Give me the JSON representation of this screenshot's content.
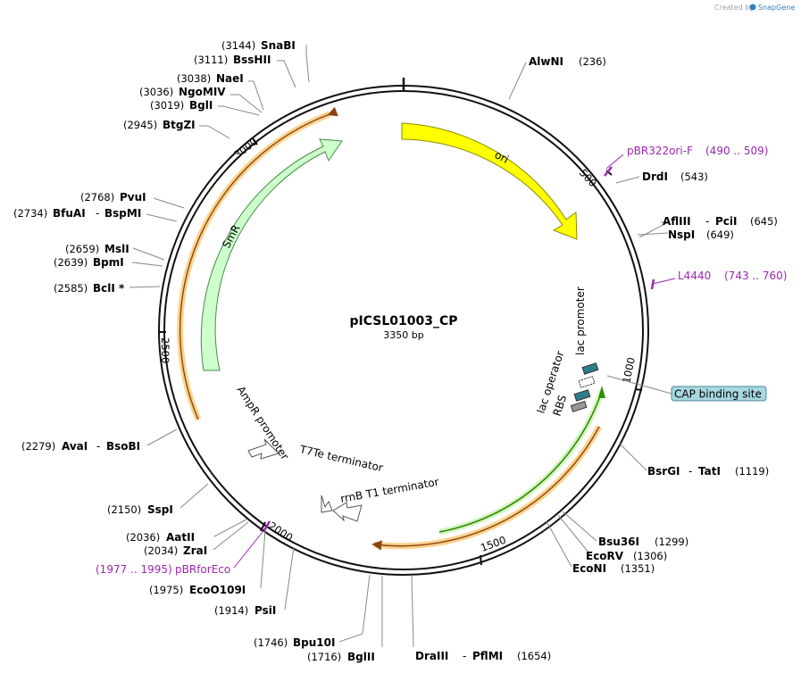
{
  "plasmid": {
    "name": "pICSL01003_CP",
    "length": "3350 bp"
  },
  "credit": {
    "text": "Created by",
    "brand": "SnapGene"
  },
  "enzymes": {
    "snabi": {
      "name": "SnaBI",
      "pos": "(3144)"
    },
    "bsshii": {
      "name": "BssHII",
      "pos": "(3111)"
    },
    "naei": {
      "name": "NaeI",
      "pos": "(3038)"
    },
    "ngomiv": {
      "name": "NgoMIV",
      "pos": "(3036)"
    },
    "bgli": {
      "name": "BglI",
      "pos": "(3019)"
    },
    "btgzi": {
      "name": "BtgZI",
      "pos": "(2945)"
    },
    "pvui": {
      "name": "PvuI",
      "pos": "(2768)"
    },
    "bfuai": {
      "name": "BfuAI",
      "sep": "-",
      "name2": "BspMI",
      "pos": "(2734)"
    },
    "msli": {
      "name": "MslI",
      "pos": "(2659)"
    },
    "bpmi": {
      "name": "BpmI",
      "pos": "(2639)"
    },
    "bcli": {
      "name": "BclI *",
      "pos": "(2585)"
    },
    "avai": {
      "name": "AvaI",
      "sep": "-",
      "name2": "BsoBI",
      "pos": "(2279)"
    },
    "sspi": {
      "name": "SspI",
      "pos": "(2150)"
    },
    "aatii": {
      "name": "AatII",
      "pos": "(2036)"
    },
    "zrai": {
      "name": "ZraI",
      "pos": "(2034)"
    },
    "ecoo109i": {
      "name": "EcoO109I",
      "pos": "(1975)"
    },
    "psii": {
      "name": "PsiI",
      "pos": "(1914)"
    },
    "bpu10i": {
      "name": "Bpu10I",
      "pos": "(1746)"
    },
    "bglii": {
      "name": "BglII",
      "pos": "(1716)"
    },
    "draiii": {
      "name": "DraIII",
      "sep": "-",
      "name2": "PflMI",
      "pos": "(1654)"
    },
    "econi": {
      "name": "EcoNI",
      "pos": "(1351)"
    },
    "ecorv": {
      "name": "EcoRV",
      "pos": "(1306)"
    },
    "bsu36i": {
      "name": "Bsu36I",
      "pos": "(1299)"
    },
    "bsrgi": {
      "name": "BsrGI",
      "sep": "-",
      "name2": "TatI",
      "pos": "(1119)"
    },
    "nspi": {
      "name": "NspI",
      "pos": "(649)"
    },
    "afliii": {
      "name": "AflIII",
      "sep": "-",
      "name2": "PciI",
      "pos": "(645)"
    },
    "drdi": {
      "name": "DrdI",
      "pos": "(543)"
    },
    "alwni": {
      "name": "AlwNI",
      "pos": "(236)"
    }
  },
  "primers": {
    "pbr322ori": {
      "name": "pBR322ori-F",
      "range": "(490 .. 509)"
    },
    "l4440": {
      "name": "L4440",
      "range": "(743 .. 760)"
    },
    "pbrforeco": {
      "name": "pBRforEco",
      "range": "(1977 .. 1995)"
    }
  },
  "features": {
    "ori": "ori",
    "smr": "SmR",
    "ampr_promoter": "AmpR promoter",
    "t7te": "T7Te terminator",
    "rrnb": "rrnB T1 terminator",
    "lac_promoter": "lac promoter",
    "lac_operator": "lac operator",
    "rbs": "RBS",
    "cap_site": "CAP binding site"
  },
  "ticks": {
    "t500": "500",
    "t1000": "1000",
    "t1500": "1500",
    "t2000": "2000",
    "t2500": "2500",
    "t3000": "3000"
  },
  "colors": {
    "ori": "#ffff00",
    "smr": "#ccffcc",
    "orange_orf": "#f5b041",
    "green_orf": "#2e8b00",
    "primer": "#9c27b0",
    "lac_box": "#2f7d8c",
    "cap_box": "#a8d8e0",
    "rbs_box": "#999999"
  }
}
